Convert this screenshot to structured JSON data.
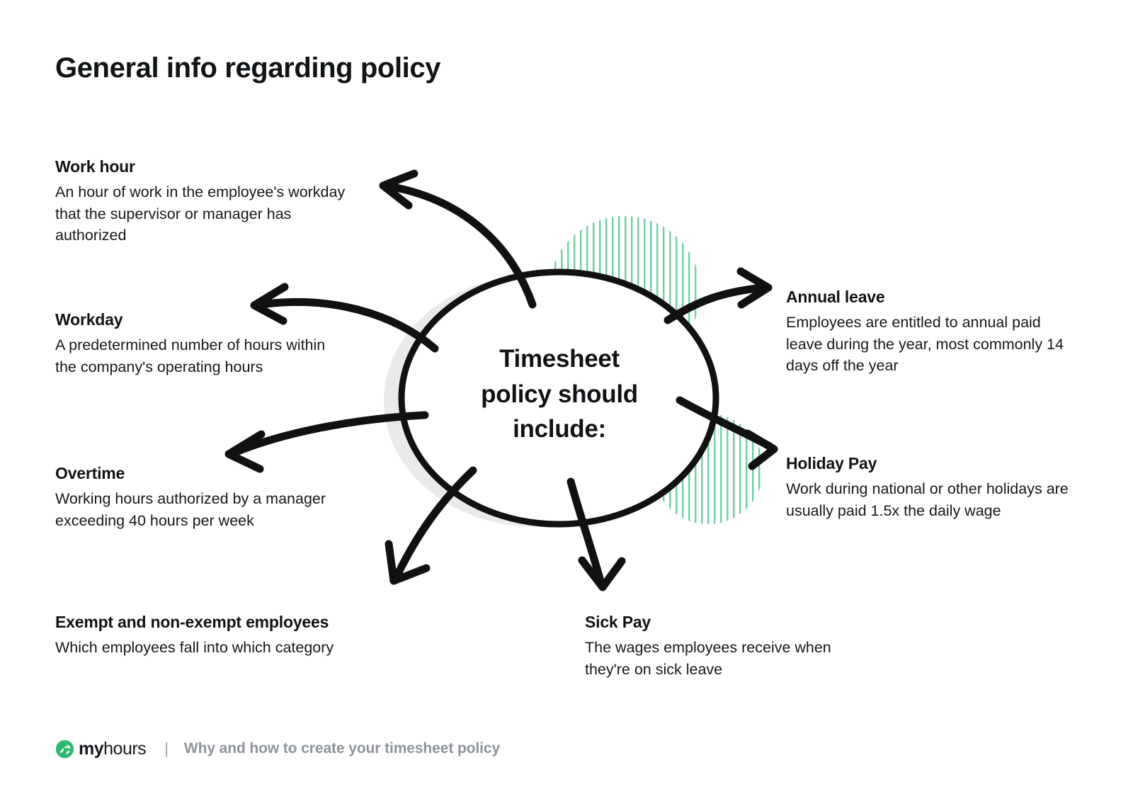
{
  "page": {
    "title": "General info regarding policy",
    "background": "#ffffff",
    "accent_green": "#34be77",
    "gray_circle": "#eaeaea",
    "stroke_black": "#111111"
  },
  "center": {
    "label": "Timesheet policy should include:",
    "line1": "Timesheet",
    "line2": "policy should",
    "line3": "include:"
  },
  "nodes": [
    {
      "id": "work-hour",
      "title": "Work hour",
      "desc": "An hour of work in the employee's workday that the supervisor or manager has authorized",
      "side": "left"
    },
    {
      "id": "workday",
      "title": "Workday",
      "desc": "A predetermined number of hours within the company's operating hours",
      "side": "left"
    },
    {
      "id": "overtime",
      "title": "Overtime",
      "desc": "Working hours authorized by a manager exceeding 40 hours per week",
      "side": "left"
    },
    {
      "id": "exempt",
      "title": "Exempt and non-exempt employees",
      "desc": "Which employees fall into which category",
      "side": "bottom-left"
    },
    {
      "id": "annual-leave",
      "title": "Annual leave",
      "desc": "Employees are entitled to annual paid leave during the year, most commonly 14 days off the year",
      "side": "right"
    },
    {
      "id": "holiday-pay",
      "title": "Holiday Pay",
      "desc": "Work during national or other holidays are usually paid 1.5x the daily wage",
      "side": "right"
    },
    {
      "id": "sick-pay",
      "title": "Sick Pay",
      "desc": "The wages employees receive when they're on sick leave",
      "side": "bottom"
    }
  ],
  "footer": {
    "logo_icon": "myhours-logo-icon",
    "brand_bold": "my",
    "brand_light": "hours",
    "separator": "|",
    "caption": "Why and how to create your timesheet policy"
  }
}
